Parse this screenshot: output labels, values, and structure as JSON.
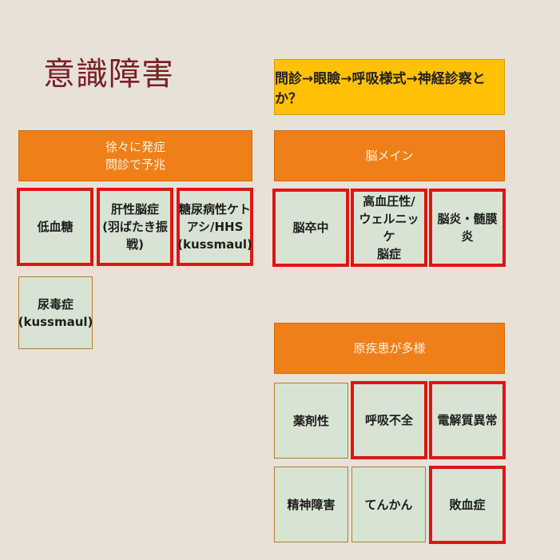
{
  "title": "意識障害",
  "flow_box": "問診→眼瞼→呼吸様式→神経診察とか？",
  "groups": {
    "gradual": {
      "header": "徐々に発症\n問診で予兆",
      "items": [
        "低血糖",
        "肝性脳症\n(羽ばたき振\n戦)",
        "糖尿病性ケト\nアシ/HHS\n(kussmaul)",
        "尿毒症\n(kussmaul)"
      ]
    },
    "brain": {
      "header": "脳メイン",
      "items": [
        "脳卒中",
        "高血圧性/\nウェルニッケ\n脳症",
        "脳炎・髄膜炎"
      ]
    },
    "diverse": {
      "header": "原疾患が多様",
      "items": [
        "薬剤性",
        "呼吸不全",
        "電解質異常",
        "精神障害",
        "てんかん",
        "敗血症"
      ]
    }
  },
  "colors": {
    "background": "#e7e1d8",
    "title": "#7a1f25",
    "header_orange": "#ef7f19",
    "flow_yellow": "#fec106",
    "box_green": "#d7e4d3",
    "highlight_red": "#e01414"
  }
}
